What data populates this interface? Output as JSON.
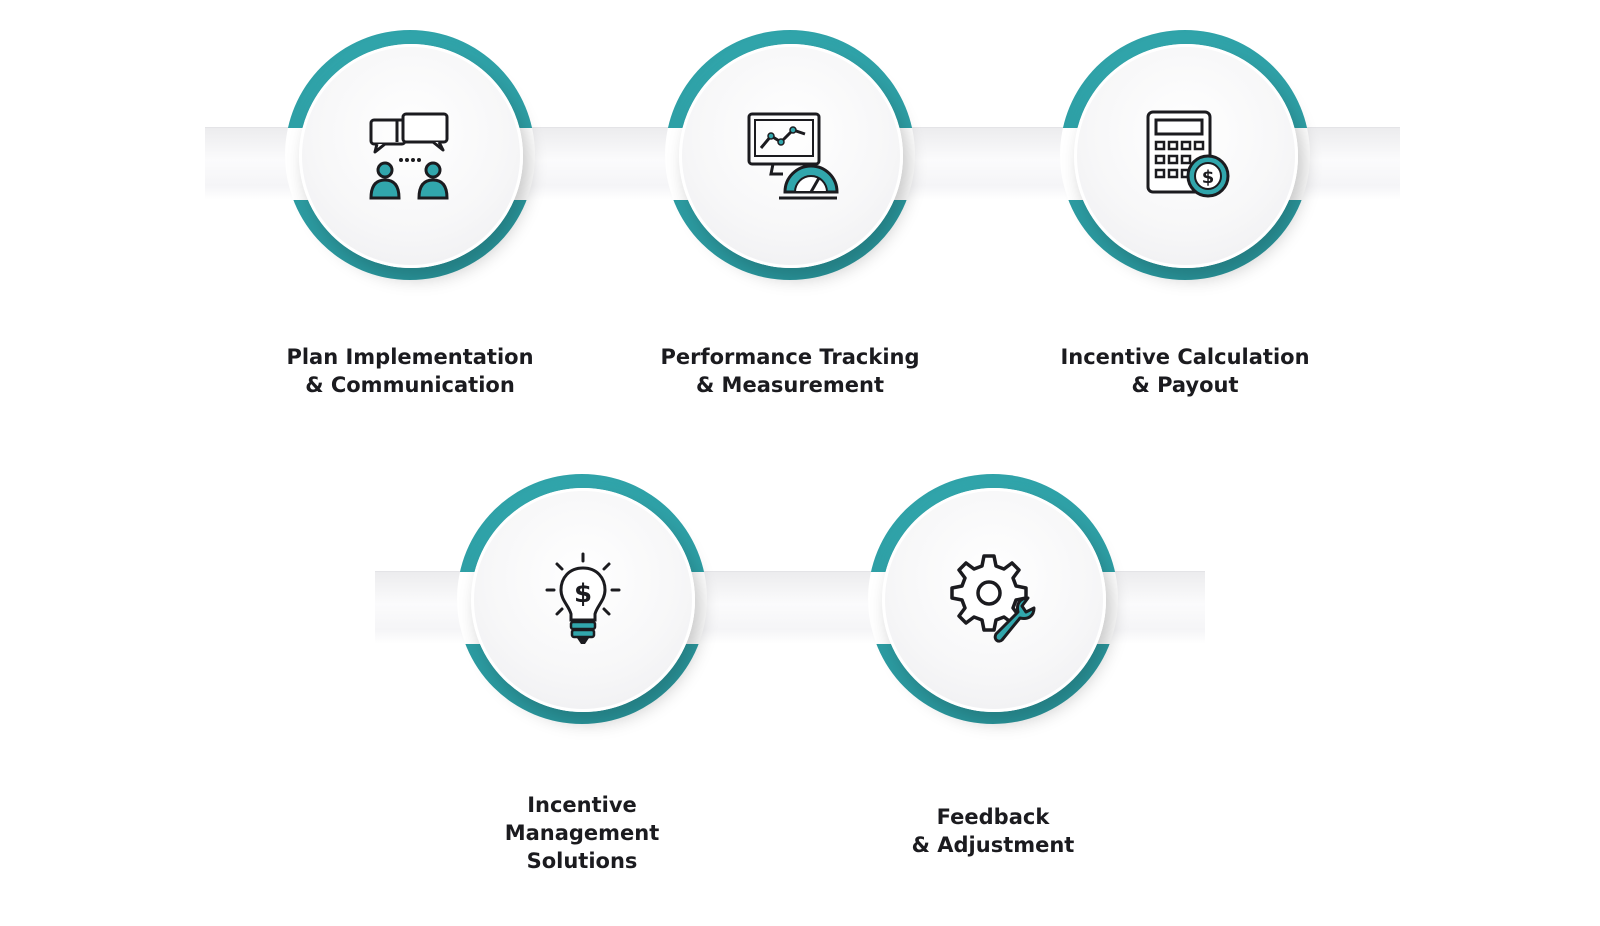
{
  "colors": {
    "accent": "#31a6ac",
    "accent_dark": "#22878d",
    "icon_stroke": "#1b1b1f",
    "label_text": "#1b1b1f"
  },
  "steps": [
    {
      "icon": "chat-people-icon",
      "label_lines": [
        "Plan Implementation",
        "& Communication"
      ]
    },
    {
      "icon": "monitor-gauge-icon",
      "label_lines": [
        "Performance Tracking",
        "& Measurement"
      ]
    },
    {
      "icon": "calculator-dollar-icon",
      "label_lines": [
        "Incentive Calculation",
        "& Payout"
      ]
    },
    {
      "icon": "lightbulb-dollar-icon",
      "label_lines": [
        "Incentive",
        "Management",
        "Solutions"
      ]
    },
    {
      "icon": "gear-wrench-icon",
      "label_lines": [
        "Feedback",
        "& Adjustment"
      ]
    }
  ]
}
